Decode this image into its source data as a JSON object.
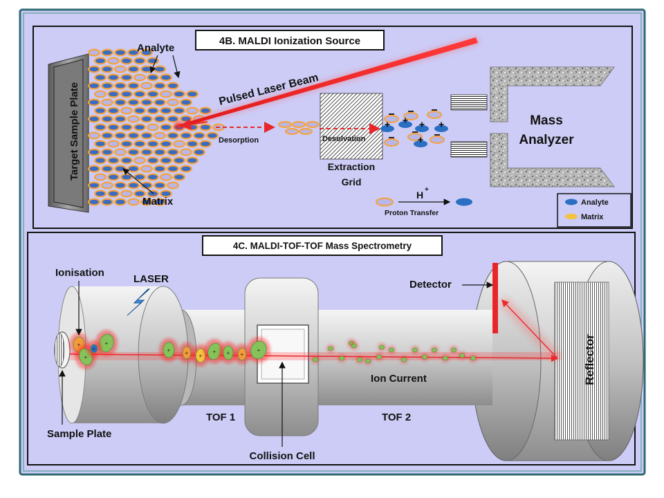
{
  "panel_b": {
    "title": "4B. MALDI Ionization Source",
    "target_plate": "Target Sample Plate",
    "analyte": "Analyte",
    "matrix": "Matrix",
    "laser": "Pulsed Laser Beam",
    "desorption": "Desorption",
    "desolvation": "Desolvation",
    "grid_line1": "Extraction",
    "grid_line2": "Grid",
    "mass_line1": "Mass",
    "mass_line2": "Analyzer",
    "proton_h": "H",
    "proton_plus": "+",
    "proton_transfer": "Proton Transfer",
    "legend": {
      "analyte": "Analyte",
      "matrix": "Matrix"
    }
  },
  "panel_c": {
    "title": "4C. MALDI-TOF-TOF Mass Spectrometry",
    "ionisation": "Ionisation",
    "laser": "LASER",
    "detector": "Detector",
    "ion_current": "Ion Current",
    "tof1": "TOF 1",
    "tof2": "TOF 2",
    "sample_plate": "Sample Plate",
    "collision_cell": "Collision Cell",
    "reflector": "Reflector"
  },
  "colors": {
    "background": "#ccccf6",
    "frame": "#2e6b73",
    "matrix_orange": "#f5a23d",
    "analyte_blue": "#2a6fc2",
    "laser_red": "#e8262a",
    "ion_green": "#86c25a"
  }
}
